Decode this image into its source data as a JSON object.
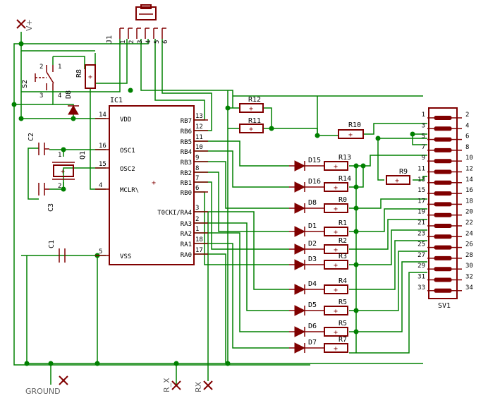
{
  "ic": {
    "ref": "IC1",
    "left_pins": [
      {
        "num": "14",
        "name": "VDD"
      },
      {
        "num": "16",
        "name": "OSC1"
      },
      {
        "num": "15",
        "name": "OSC2"
      },
      {
        "num": "4",
        "name": "MCLR\\"
      },
      {
        "num": "5",
        "name": "VSS"
      }
    ],
    "right_pins": [
      {
        "num": "13",
        "name": "RB7"
      },
      {
        "num": "12",
        "name": "RB6"
      },
      {
        "num": "11",
        "name": "RB5"
      },
      {
        "num": "10",
        "name": "RB4"
      },
      {
        "num": "9",
        "name": "RB3"
      },
      {
        "num": "8",
        "name": "RB2"
      },
      {
        "num": "7",
        "name": "RB1"
      },
      {
        "num": "6",
        "name": "RB0"
      },
      {
        "num": "3",
        "name": "T0CKI/RA4"
      },
      {
        "num": "2",
        "name": "RA3"
      },
      {
        "num": "1",
        "name": "RA2"
      },
      {
        "num": "18",
        "name": "RA1"
      },
      {
        "num": "17",
        "name": "RA0"
      }
    ]
  },
  "connector": {
    "ref": "J1",
    "pins": [
      "1",
      "2",
      "3",
      "4",
      "5",
      "6"
    ]
  },
  "header": {
    "ref": "SV1",
    "left_pins": [
      "1",
      "3",
      "5",
      "7",
      "9",
      "11",
      "13",
      "15",
      "17",
      "19",
      "21",
      "23",
      "25",
      "27",
      "29",
      "31",
      "33"
    ],
    "right_pins": [
      "2",
      "4",
      "6",
      "8",
      "10",
      "12",
      "14",
      "16",
      "18",
      "20",
      "22",
      "24",
      "26",
      "28",
      "30",
      "32",
      "34"
    ]
  },
  "switch": {
    "ref": "S2",
    "pins": [
      "1",
      "2",
      "3",
      "4"
    ]
  },
  "crystal": {
    "ref": "Q1",
    "pins": [
      "1",
      "2"
    ]
  },
  "parts": {
    "r8": "R8",
    "d8": "D8",
    "c1": "C1",
    "c2": "C2",
    "c3": "C3",
    "r9": "R9",
    "r10": "R10",
    "r11": "R11",
    "r12": "R12"
  },
  "led_rows": [
    {
      "diode": "D15",
      "resistor": "R13"
    },
    {
      "diode": "D16",
      "resistor": "R14"
    },
    {
      "diode": "D8",
      "resistor": "R0"
    },
    {
      "diode": "D1",
      "resistor": "R1"
    },
    {
      "diode": "D2",
      "resistor": "R2"
    },
    {
      "diode": "D3",
      "resistor": "R3"
    },
    {
      "diode": "D4",
      "resistor": "R4"
    },
    {
      "diode": "D5",
      "resistor": "R5"
    },
    {
      "diode": "D6",
      "resistor": "R5"
    },
    {
      "diode": "D7",
      "resistor": "R7"
    }
  ],
  "nets": {
    "vplus": "V+",
    "ground": "GROUND",
    "rx_": "R_X",
    "rx": "RX"
  },
  "colors": {
    "wire": "#008000",
    "component": "#800000",
    "text": "#000000",
    "net_label": "#606060"
  }
}
